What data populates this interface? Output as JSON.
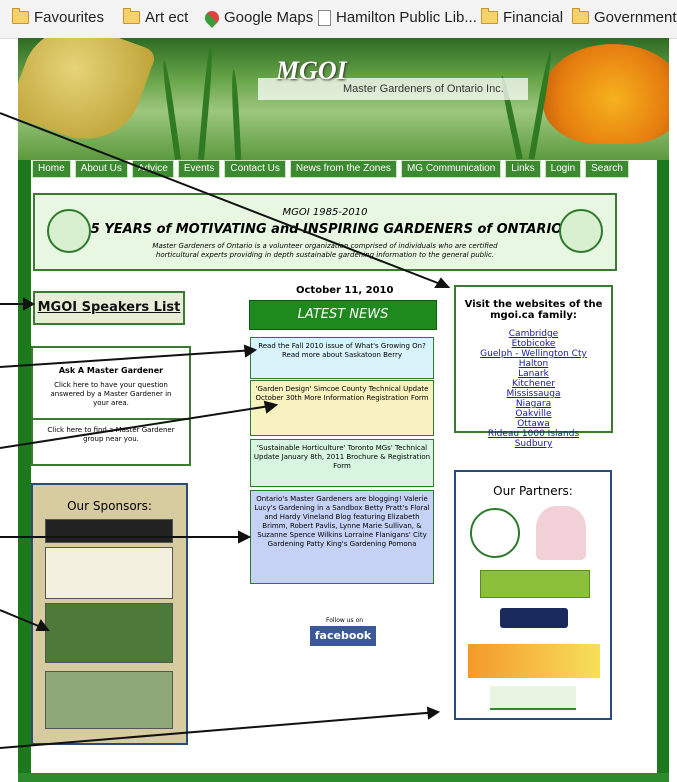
{
  "favorites_bar": {
    "items": [
      "Favourites",
      "Art ect",
      "Google Maps",
      "Hamilton Public Lib...",
      "Financial",
      "Government"
    ]
  },
  "header": {
    "title": "MGOI",
    "subtitle": "Master Gardeners of Ontario Inc."
  },
  "nav": {
    "items": [
      "Home",
      "About Us",
      "Advice",
      "Events",
      "Contact Us",
      "News from the Zones",
      "MG Communication",
      "Links",
      "Login",
      "Search"
    ]
  },
  "anniversary": {
    "line1": "MGOI    1985-2010",
    "line2": "25 YEARS of MOTIVATING and INSPIRING GARDENERS of ONTARIO!",
    "line3": "Master Gardeners of Ontario is a volunteer organization comprised of individuals who are certified horticultural experts providing in depth sustainable gardening information to the general public."
  },
  "speakers": {
    "label": "MGOI Speakers List"
  },
  "ask": {
    "heading": "Ask A Master Gardener",
    "text1": "Click here to have your question answered by a Master Gardener in your area.",
    "text2": "Click here to find a Master Gardener group near you."
  },
  "sponsors": {
    "heading": "Our Sponsors:"
  },
  "news": {
    "date": "October 11, 2010",
    "latest_label": "LATEST NEWS",
    "item1": "Read the Fall 2010 issue of What's Growing On? Read more about Saskatoon Berry",
    "item2": "'Garden Design' Simcoe County Technical Update October 30th More Information Registration Form",
    "item3": "'Sustainable Horticulture' Toronto MGs' Technical Update January 8th, 2011 Brochure & Registration Form",
    "item4": "Ontario's Master Gardeners are blogging! Valerie Lucy's Gardening in a Sandbox Betty Pratt's Floral and Hardy Vineland Blog featuring Elizabeth Brimm, Robert Pavlis, Lynne Marie Sullivan, & Suzanne Spence Wilkins Lorraine Flanigans' City Gardening Patty King's Gardening Pomona",
    "follow": "Follow us on",
    "facebook": "facebook"
  },
  "family": {
    "heading": "Visit the websites of the mgoi.ca family:",
    "links": [
      "Cambridge",
      "Etobicoke",
      "Guelph - Wellington Cty",
      "Halton",
      "Lanark",
      "Kitchener",
      "Mississauga",
      "Niagara",
      "Oakville",
      "Ottawa",
      "Rideau 1000 Islands",
      "Sudbury"
    ]
  },
  "partners": {
    "heading": "Our Partners:"
  },
  "colors": {
    "frame": "#1c7a1c",
    "accent": "#1e8a1e"
  }
}
